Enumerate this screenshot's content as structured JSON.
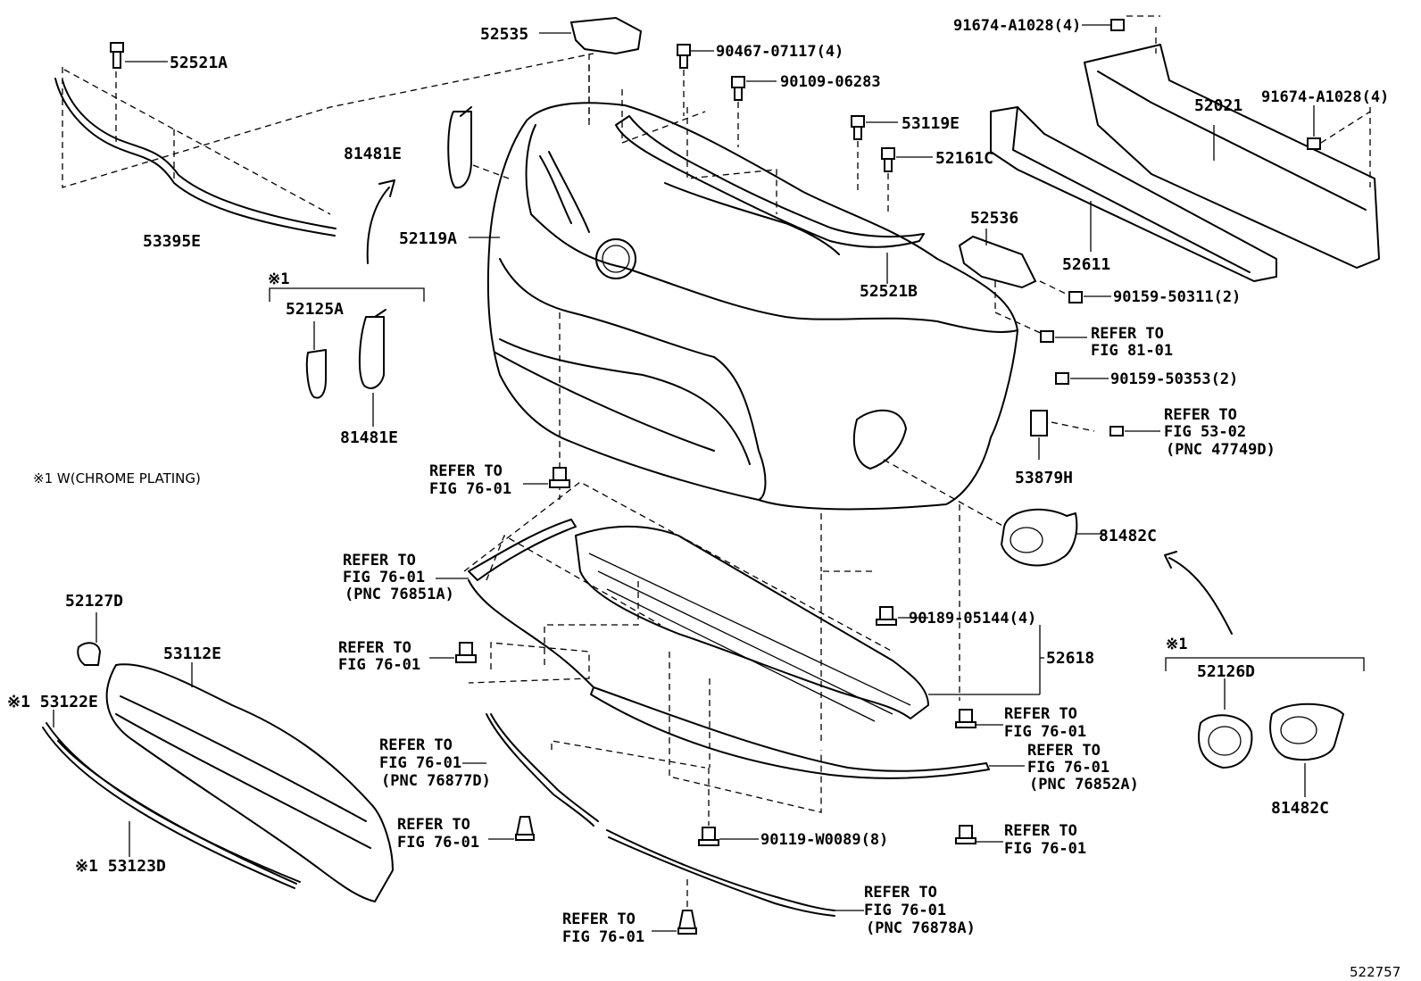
{
  "diagram_id": "522757",
  "note": "※1 W(CHROME PLATING)",
  "group_mark": "※1",
  "labels": {
    "p52535": "52535",
    "p52521A": "52521A",
    "p90467": "90467-07117(4)",
    "p90109": "90109-06283",
    "p91674_top": "91674-A1028(4)",
    "p91674_right": "91674-A1028(4)",
    "p53119E": "53119E",
    "p52161C": "52161C",
    "p81481E_top": "81481E",
    "p52021": "52021",
    "p53395E": "53395E",
    "p52119A": "52119A",
    "p52536": "52536",
    "p52611": "52611",
    "p52521B": "52521B",
    "p52125A": "52125A",
    "p81481E_bottom": "81481E",
    "p90159_50311": "90159-50311(2)",
    "p90159_50353": "90159-50353(2)",
    "p53879H": "53879H",
    "p81482C_top": "81482C",
    "p90189": "90189-05144(4)",
    "p52618": "52618",
    "p52127D": "52127D",
    "p53112E": "53112E",
    "p53122E": "※1 53122E",
    "p53123D": "※1 53123D",
    "p52126D": "52126D",
    "p81482C_bottom": "81482C",
    "p90119": "90119-W0089(8)"
  },
  "refs": {
    "r81_01": [
      "REFER TO",
      "FIG 81-01"
    ],
    "r53_02": [
      "REFER TO",
      "FIG 53-02",
      "(PNC 47749D)"
    ],
    "r76_a": [
      "REFER TO",
      "FIG 76-01"
    ],
    "r76_b": [
      "REFER TO",
      "FIG 76-01",
      "(PNC 76851A)"
    ],
    "r76_c": [
      "REFER TO",
      "FIG 76-01"
    ],
    "r76_d": [
      "REFER TO",
      "FIG 76-01",
      "(PNC 76877D)"
    ],
    "r76_e": [
      "REFER TO",
      "FIG 76-01"
    ],
    "r76_f": [
      "REFER TO",
      "FIG 76-01"
    ],
    "r76_g": [
      "REFER TO",
      "FIG 76-01",
      "(PNC 76852A)"
    ],
    "r76_h": [
      "REFER TO",
      "FIG 76-01"
    ],
    "r76_i": [
      "REFER TO",
      "FIG 76-01",
      "(PNC 76878A)"
    ],
    "r76_j": [
      "REFER TO",
      "FIG 76-01"
    ]
  }
}
